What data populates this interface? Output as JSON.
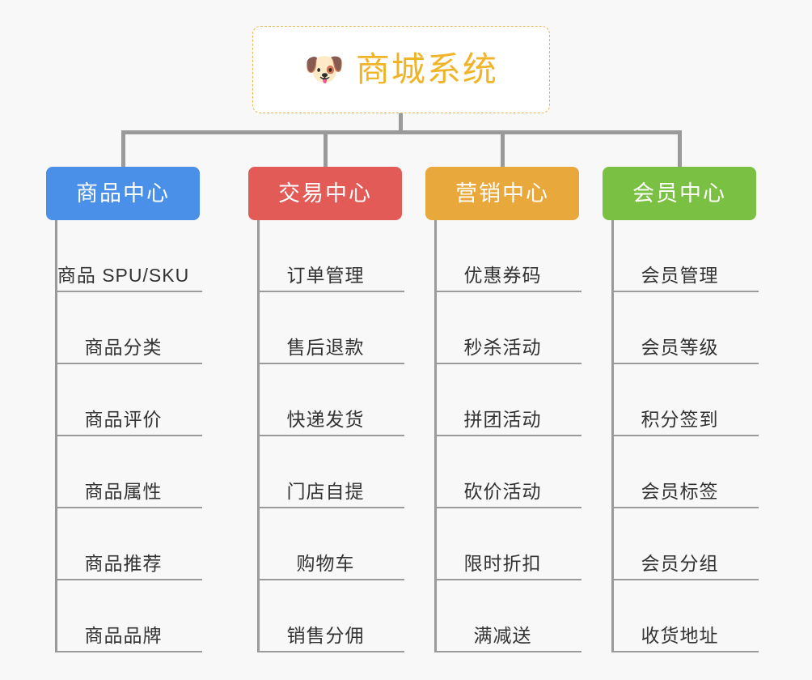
{
  "canvas": {
    "background": "#f8f8f8",
    "connector_color": "#9a9a9a"
  },
  "root": {
    "icon": "shiba-dog-face-icon",
    "emoji": "🐶",
    "title": "商城系统",
    "text_color": "#f0b429",
    "border_color": "#e8b552",
    "background": "#ffffff"
  },
  "branches": [
    {
      "label": "商品中心",
      "color": "#4a90e8",
      "items": [
        "商品 SPU/SKU",
        "商品分类",
        "商品评价",
        "商品属性",
        "商品推荐",
        "商品品牌"
      ]
    },
    {
      "label": "交易中心",
      "color": "#e35b57",
      "items": [
        "订单管理",
        "售后退款",
        "快递发货",
        "门店自提",
        "购物车",
        "销售分佣"
      ]
    },
    {
      "label": "营销中心",
      "color": "#e8a83c",
      "items": [
        "优惠券码",
        "秒杀活动",
        "拼团活动",
        "砍价活动",
        "限时折扣",
        "满减送"
      ]
    },
    {
      "label": "会员中心",
      "color": "#7ac143",
      "items": [
        "会员管理",
        "会员等级",
        "积分签到",
        "会员标签",
        "会员分组",
        "收货地址"
      ]
    }
  ]
}
